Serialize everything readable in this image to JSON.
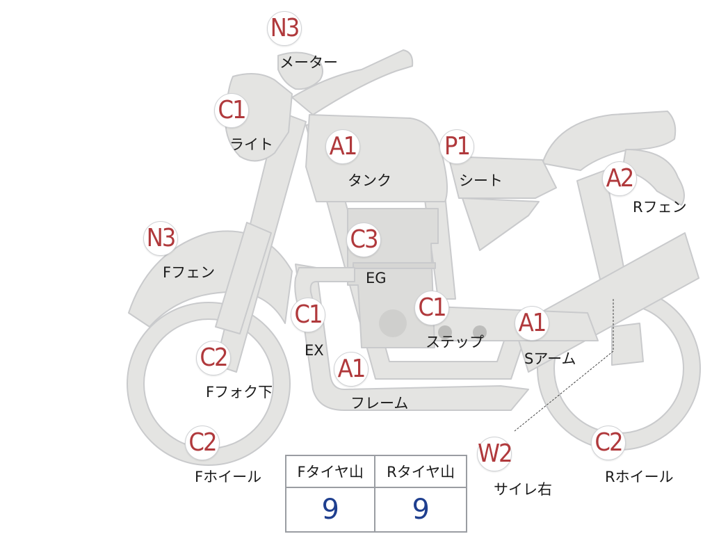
{
  "colors": {
    "bike_fill": "#e4e4e2",
    "bike_stroke": "#c9cacc",
    "engine_fill": "#dcdcda",
    "grade_text": "#b0393c",
    "value_text": "#1f3f8f"
  },
  "parts": [
    {
      "id": "meter",
      "grade": "N3",
      "label": "メーター"
    },
    {
      "id": "light",
      "grade": "C1",
      "label": "ライト"
    },
    {
      "id": "tank",
      "grade": "A1",
      "label": "タンク"
    },
    {
      "id": "seat",
      "grade": "P1",
      "label": "シート"
    },
    {
      "id": "rear-fender",
      "grade": "A2",
      "label": "Rフェン"
    },
    {
      "id": "front-fender",
      "grade": "N3",
      "label": "Fフェン"
    },
    {
      "id": "engine",
      "grade": "C3",
      "label": "EG"
    },
    {
      "id": "exhaust",
      "grade": "C1",
      "label": "EX"
    },
    {
      "id": "step",
      "grade": "C1",
      "label": "ステップ"
    },
    {
      "id": "swingarm",
      "grade": "A1",
      "label": "Sアーム"
    },
    {
      "id": "front-fork-lower",
      "grade": "C2",
      "label": "Fフォク下"
    },
    {
      "id": "frame",
      "grade": "A1",
      "label": "フレーム"
    },
    {
      "id": "front-wheel",
      "grade": "C2",
      "label": "Fホイール"
    },
    {
      "id": "muffler-right",
      "grade": "W2",
      "label": "サイレ右"
    },
    {
      "id": "rear-wheel",
      "grade": "C2",
      "label": "Rホイール"
    }
  ],
  "tire_table": {
    "headers": [
      "Fタイヤ山",
      "Rタイヤ山"
    ],
    "values": [
      "9",
      "9"
    ]
  }
}
